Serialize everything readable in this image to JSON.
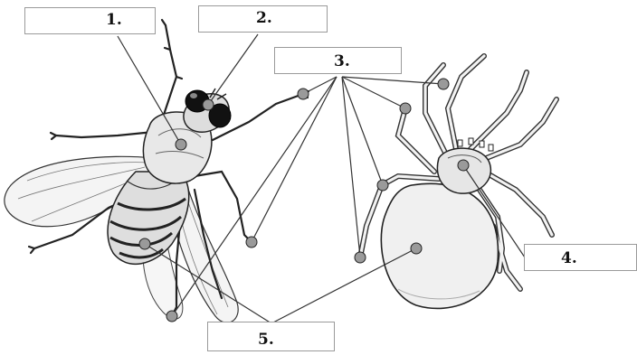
{
  "labels": [
    {
      "id": "1",
      "text": "1."
    },
    {
      "id": "2",
      "text": "2."
    },
    {
      "id": "3",
      "text": "3."
    },
    {
      "id": "4",
      "text": "4."
    },
    {
      "id": "5",
      "text": "5."
    }
  ],
  "subjects": [
    "fly-icon",
    "spider-icon"
  ]
}
